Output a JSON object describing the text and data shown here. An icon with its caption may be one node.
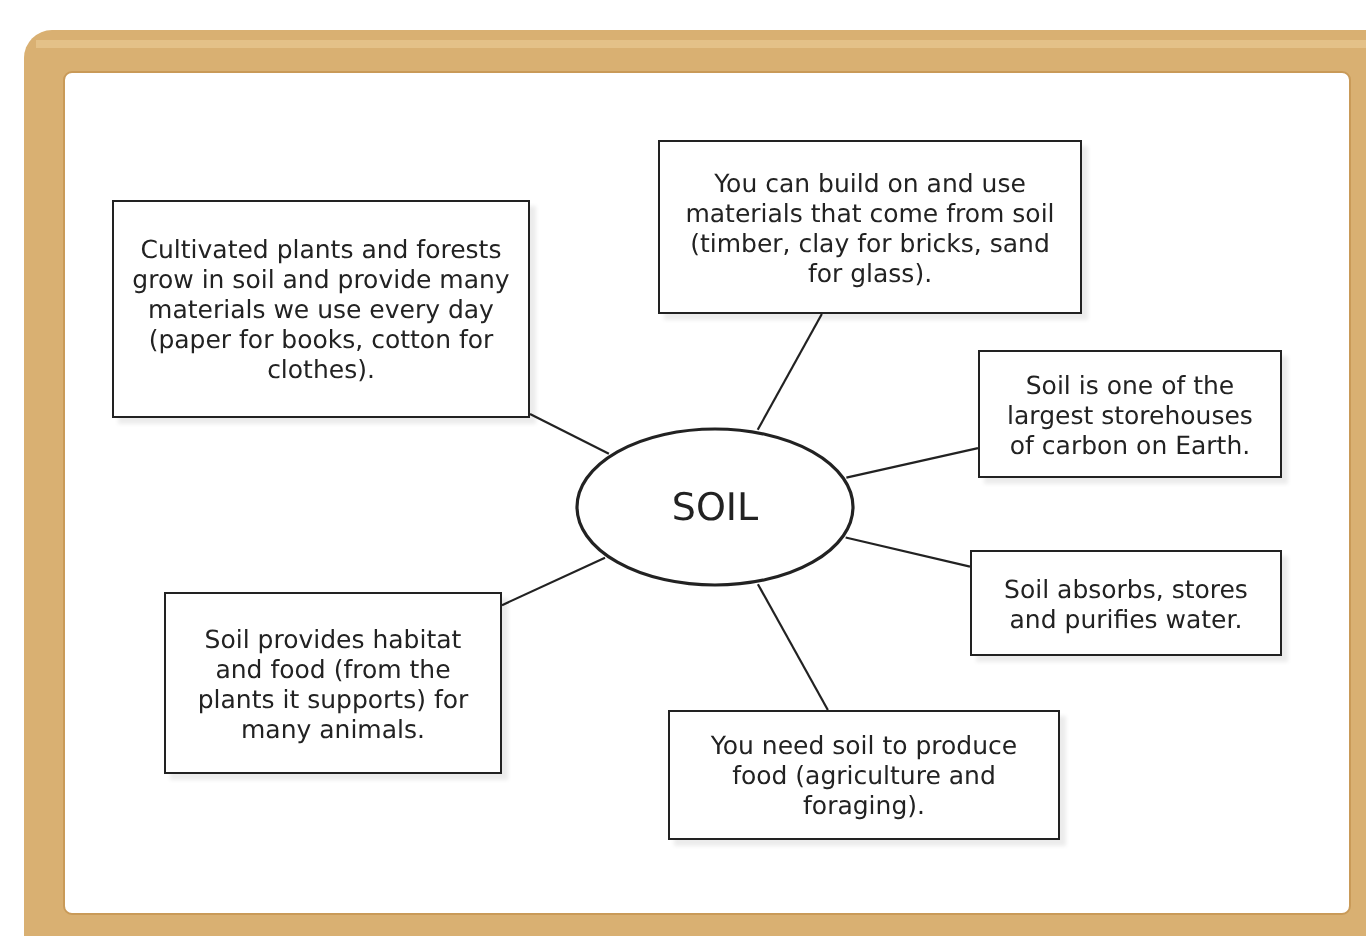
{
  "diagram": {
    "nodes": [
      {
        "text": [
          "SOIL"
        ]
      },
      {
        "text": [
          "Cultivated plants and forests grow in soil and provide many materials we use every day (paper for books, cotton for clothes)."
        ]
      },
      {
        "text": [
          "You can build on and use materials that come from soil (timber, clay for bricks, sand for glass)."
        ]
      },
      {
        "text": [
          "Soil is one of the largest storehouses of carbon on Earth."
        ]
      },
      {
        "text": [
          "Soil absorbs, stores and purifies water."
        ]
      },
      {
        "text": [
          "Soil provides habitat and food (from the plants it supports) for many animals."
        ]
      },
      {
        "text": [
          "You need soil to produce food (agriculture and foraging)."
        ]
      }
    ],
    "edges": [
      {
        "from": 0,
        "to": 1,
        "arrow": "none"
      },
      {
        "from": 0,
        "to": 2,
        "arrow": "none"
      },
      {
        "from": 0,
        "to": 3,
        "arrow": "none"
      },
      {
        "from": 0,
        "to": 4,
        "arrow": "none"
      },
      {
        "from": 0,
        "to": 5,
        "arrow": "none"
      },
      {
        "from": 0,
        "to": 6,
        "arrow": "none"
      }
    ]
  }
}
